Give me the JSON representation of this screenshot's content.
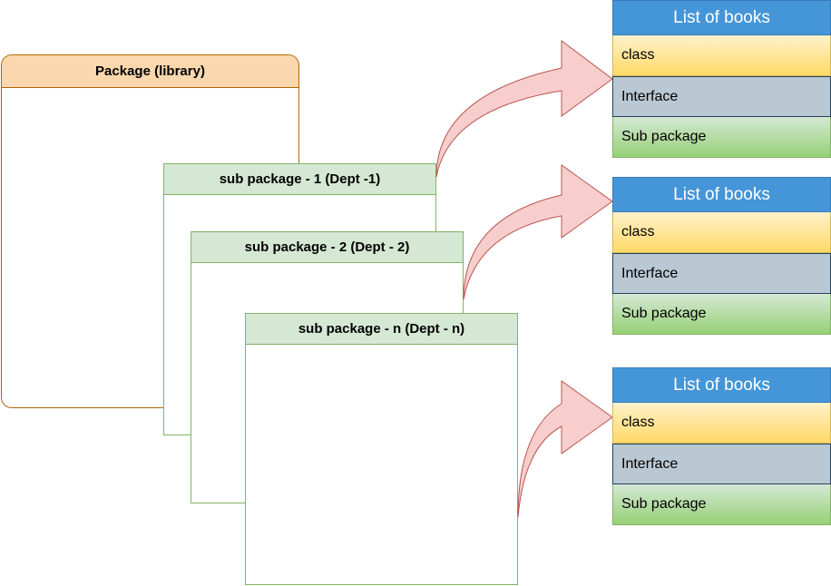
{
  "package": {
    "title": "Package (library)"
  },
  "subpackages": [
    {
      "title": "sub package - 1 (Dept -1)"
    },
    {
      "title": "sub package - 2 (Dept - 2)"
    },
    {
      "title": "sub package - n (Dept - n)"
    }
  ],
  "lists": [
    {
      "title": "List of books",
      "rows": [
        "class",
        "Interface",
        "Sub package"
      ]
    },
    {
      "title": "List of books",
      "rows": [
        "class",
        "Interface",
        "Sub package"
      ]
    },
    {
      "title": "List of books",
      "rows": [
        "class",
        "Interface",
        "Sub package"
      ]
    }
  ],
  "colors": {
    "package_fill": "#fad7ac",
    "package_stroke": "#b46504",
    "sub_fill": "#d5e8d4",
    "sub_stroke": "#82b366",
    "list_title": "#4596d8",
    "class_fill": "#ffd966",
    "interface_fill": "#bac8d3",
    "subpackage_fill": "#97d077",
    "arrow_fill": "#f8cecc",
    "arrow_stroke": "#b85450"
  }
}
